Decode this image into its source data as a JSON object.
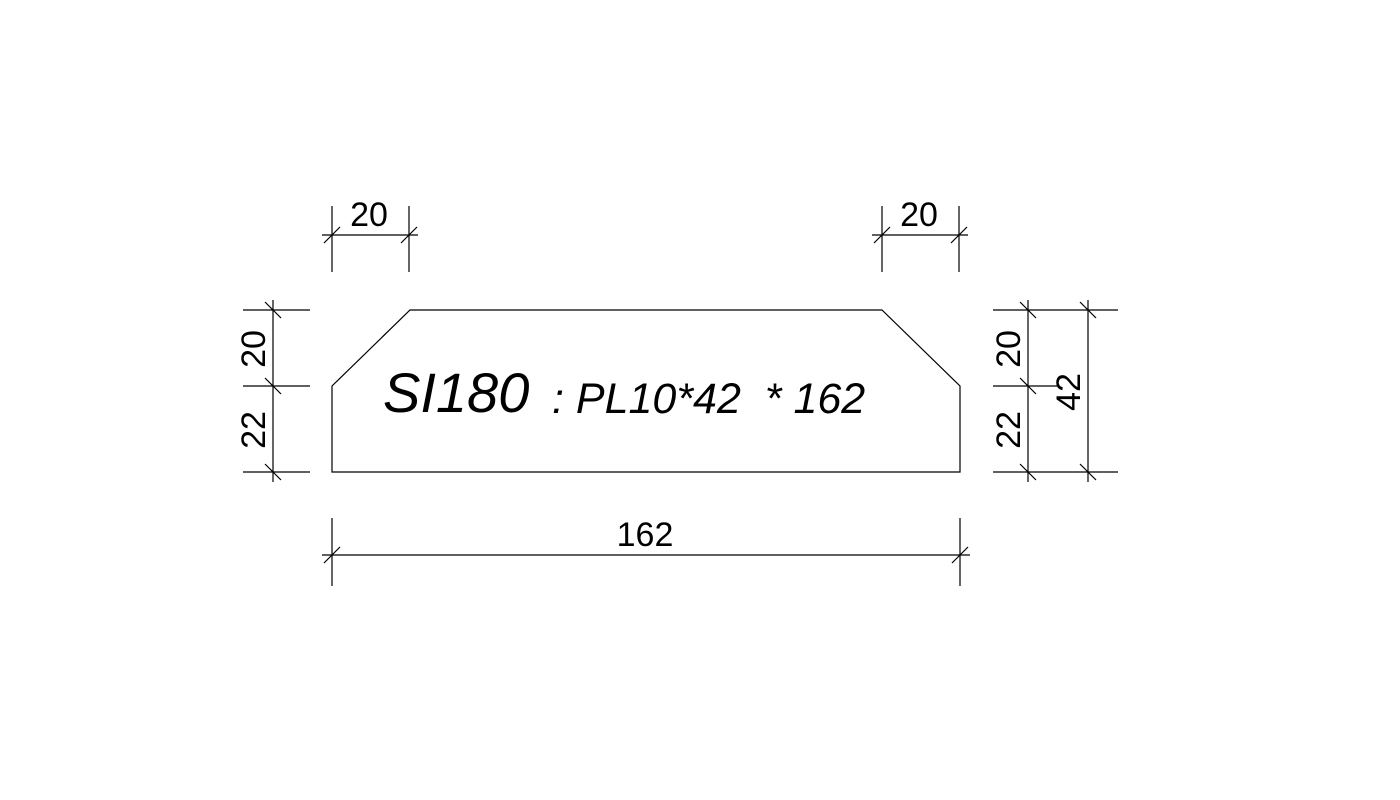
{
  "drawing": {
    "part_mark": "SI180",
    "specification": ": PL10*42  * 162",
    "colors": {
      "background": "#ffffff",
      "line": "#000000"
    },
    "dimensions": {
      "top_left_chamfer": "20",
      "top_right_chamfer": "20",
      "left_upper_height": "20",
      "left_lower_height": "22",
      "right_upper_height": "20",
      "right_lower_height": "22",
      "overall_height": "42",
      "overall_width": "162"
    }
  }
}
